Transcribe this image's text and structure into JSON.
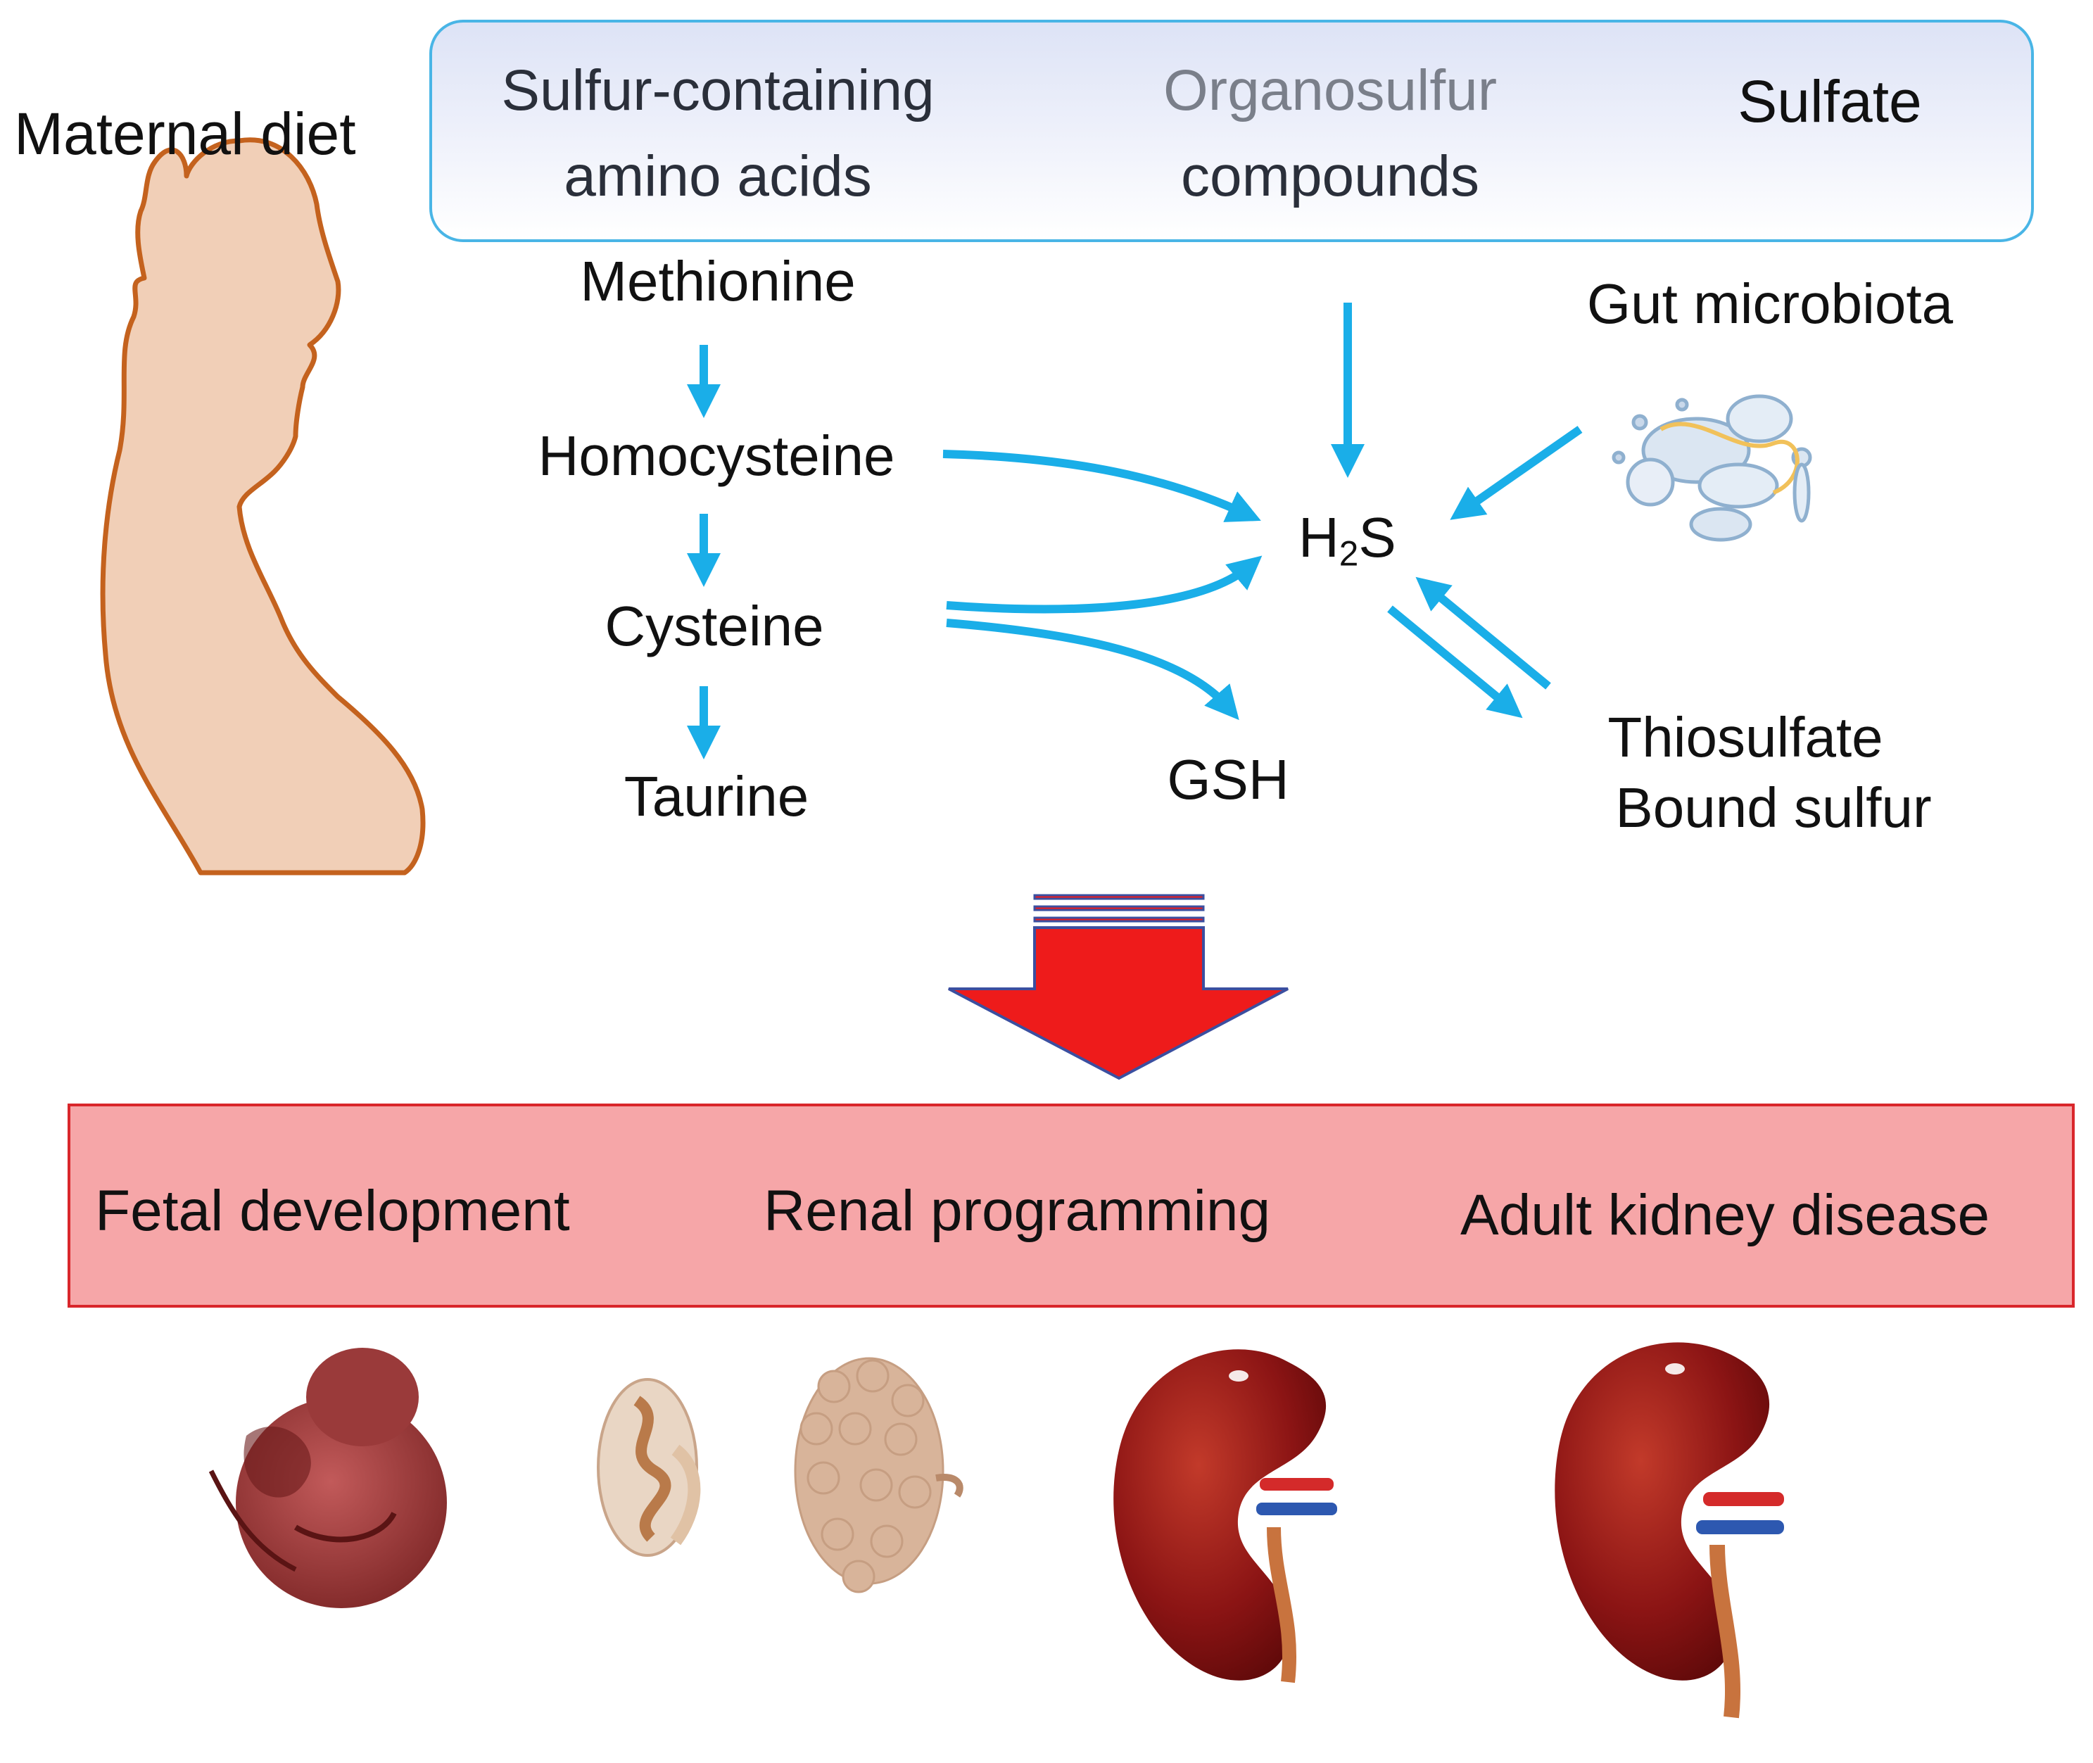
{
  "diet": {
    "label": "Maternal diet",
    "sources": {
      "amino_acids_line1": "Sulfur-containing",
      "amino_acids_line2": "amino acids",
      "organosulfur_line1": "Organosulfur",
      "organosulfur_line2": "compounds",
      "sulfate": "Sulfate"
    }
  },
  "pathway": {
    "methionine": "Methionine",
    "homocysteine": "Homocysteine",
    "cysteine": "Cysteine",
    "taurine": "Taurine",
    "gsh": "GSH",
    "h2s_main": "H",
    "h2s_sub": "2",
    "h2s_tail": "S",
    "gut_microbiota": "Gut microbiota",
    "thiosulfate": "Thiosulfate",
    "bound_sulfur": "Bound sulfur"
  },
  "outcome": {
    "stage1": "Fetal development",
    "stage2": "Renal programming",
    "stage3": "Adult kidney disease"
  },
  "colors": {
    "arrow_blue": "#1aaee8",
    "big_arrow_red": "#ee1b1b",
    "outcome_box_fill": "#f6a6a8",
    "outcome_box_border": "#d9262b",
    "outcome_arrow": "#c01818",
    "silhouette_fill": "#f1cfb7",
    "silhouette_stroke": "#c4621e",
    "kidney": "#8b1414",
    "organosulfur_text": "#7a7f8a"
  },
  "icons": {
    "mother": "pregnant-woman-silhouette",
    "microbes": "gut-microbiota-cluster",
    "fetus": "fetus-illustration",
    "early_kidney": "developing-kidney",
    "kidney": "kidney-with-vessels"
  }
}
